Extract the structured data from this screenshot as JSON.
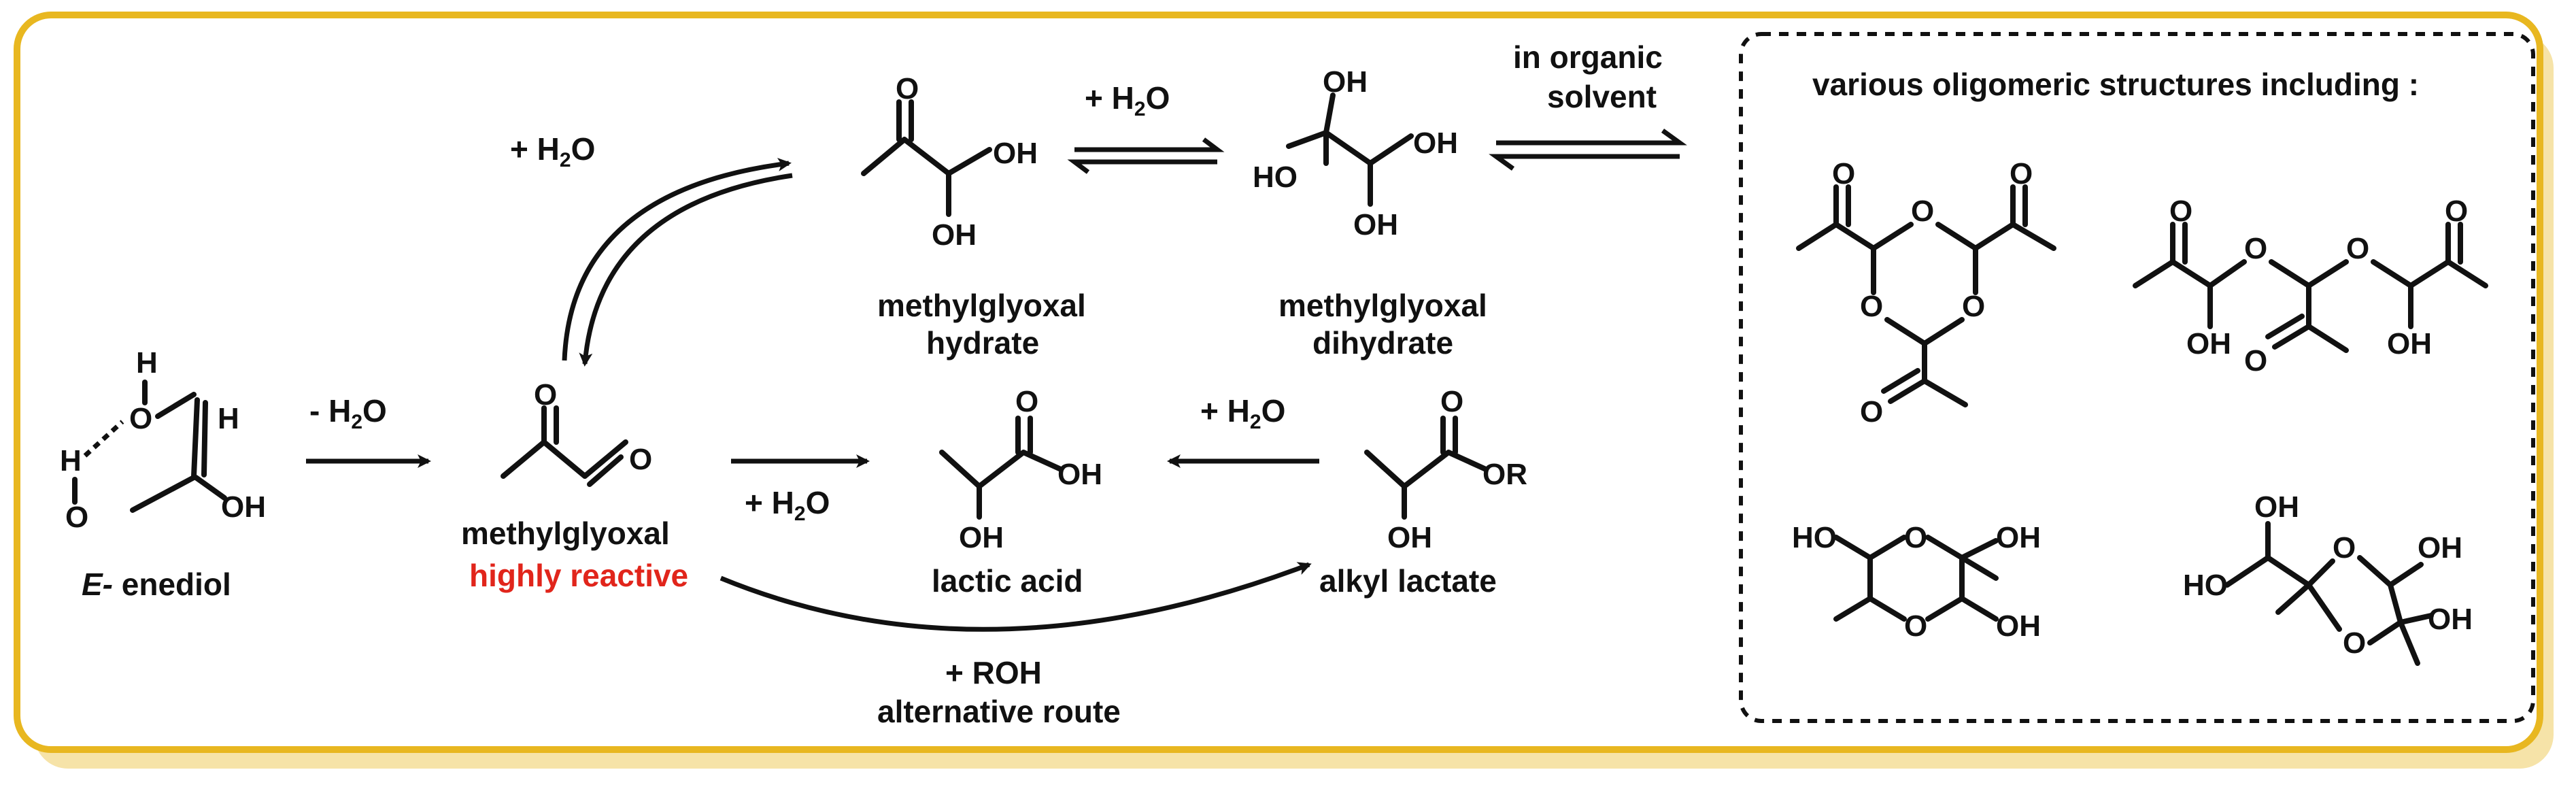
{
  "colors": {
    "frame_border": "#e8b720",
    "frame_shadow": "#f6e3a8",
    "text": "#111111",
    "highlight": "#e1251b",
    "dashed_box": "#111111"
  },
  "compounds": {
    "enediol_label_prefix": "E-",
    "enediol_label_name": " enediol",
    "methylglyoxal": "methylglyoxal",
    "methylglyoxal_note": "highly reactive",
    "hydrate_line1": "methylglyoxal",
    "hydrate_line2": "hydrate",
    "dihydrate_line1": "methylglyoxal",
    "dihydrate_line2": "dihydrate",
    "lactic_acid": "lactic acid",
    "alkyl_lactate": "alkyl lactate"
  },
  "arrows": {
    "minus_water": "- H",
    "minus_water_sub": "2",
    "minus_water_end": "O",
    "plus_water": "+ H",
    "plus_water_sub": "2",
    "plus_water_end": "O",
    "rohl_line1": "+ ROH",
    "rohl_line2": "alternative route",
    "solvent_line1": "in organic",
    "solvent_line2": "solvent"
  },
  "oligomers": {
    "title": "various oligomeric structures including :"
  },
  "atoms": {
    "H": "H",
    "O": "O",
    "OH": "OH",
    "HO": "HO",
    "OR": "OR"
  }
}
